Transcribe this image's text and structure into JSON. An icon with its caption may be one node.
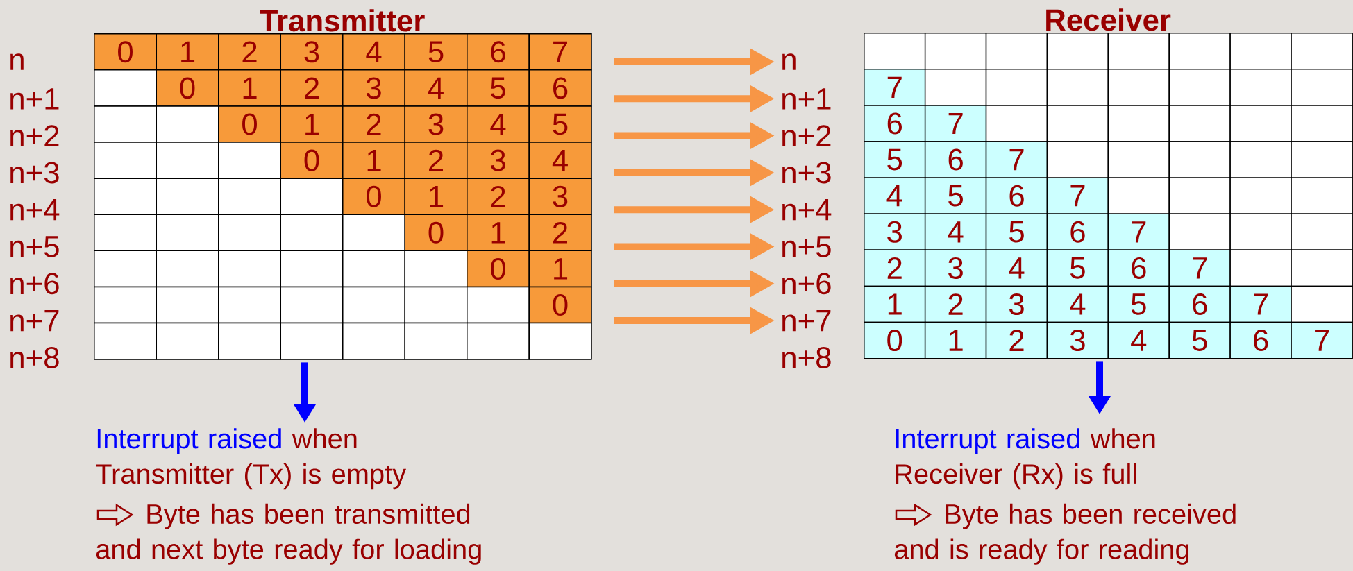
{
  "diagram": {
    "nodes": [
      {
        "text": [
          "Transmitter"
        ]
      },
      {
        "text": [
          "Receiver"
        ]
      },
      {
        "text": [
          "Interrupt raised",
          "when Transmitter (Tx) is empty",
          "Byte has been transmitted and next byte ready for loading"
        ]
      },
      {
        "text": [
          "Interrupt raised",
          "when Receiver (Rx) is full",
          "Byte has been received and is ready for reading"
        ]
      },
      {
        "text": [
          "n"
        ]
      },
      {
        "text": [
          "n+1"
        ]
      },
      {
        "text": [
          "n+2"
        ]
      },
      {
        "text": [
          "n+3"
        ]
      },
      {
        "text": [
          "n+4"
        ]
      },
      {
        "text": [
          "n+5"
        ]
      },
      {
        "text": [
          "n+6"
        ]
      },
      {
        "text": [
          "n+7"
        ]
      }
    ],
    "edges": [
      {
        "from": 0,
        "to": 4,
        "arrow": "to"
      },
      {
        "from": 0,
        "to": 5,
        "arrow": "to"
      },
      {
        "from": 0,
        "to": 6,
        "arrow": "to"
      },
      {
        "from": 0,
        "to": 7,
        "arrow": "to"
      },
      {
        "from": 0,
        "to": 8,
        "arrow": "to"
      },
      {
        "from": 0,
        "to": 9,
        "arrow": "to"
      },
      {
        "from": 0,
        "to": 10,
        "arrow": "to"
      },
      {
        "from": 0,
        "to": 11,
        "arrow": "to"
      },
      {
        "from": 0,
        "to": 2,
        "arrow": "to",
        "color": "#0000ff"
      },
      {
        "from": 1,
        "to": 3,
        "arrow": "to",
        "color": "#0000ff"
      }
    ],
    "labels": [
      "n",
      "0",
      "1",
      "2",
      "3",
      "4",
      "5",
      "6",
      "7",
      "n+1",
      "0",
      "1",
      "2",
      "3",
      "4",
      "5",
      "6",
      "n+2",
      "0",
      "1",
      "2",
      "3",
      "4",
      "5",
      "n+3",
      "0",
      "1",
      "2",
      "3",
      "4",
      "n+4",
      "0",
      "1",
      "2",
      "3",
      "n+5",
      "0",
      "1",
      "2",
      "n+6",
      "0",
      "1",
      "n+7",
      "0",
      "n+8",
      "7",
      "6",
      "7",
      "5",
      "6",
      "7",
      "4",
      "5",
      "6",
      "7",
      "3",
      "4",
      "5",
      "6",
      "7",
      "2",
      "3",
      "4",
      "5",
      "6",
      "7",
      "1",
      "2",
      "3",
      "4",
      "5",
      "6",
      "7",
      "n+8",
      "0",
      "1",
      "2",
      "3",
      "4",
      "5",
      "6",
      "7"
    ]
  }
}
